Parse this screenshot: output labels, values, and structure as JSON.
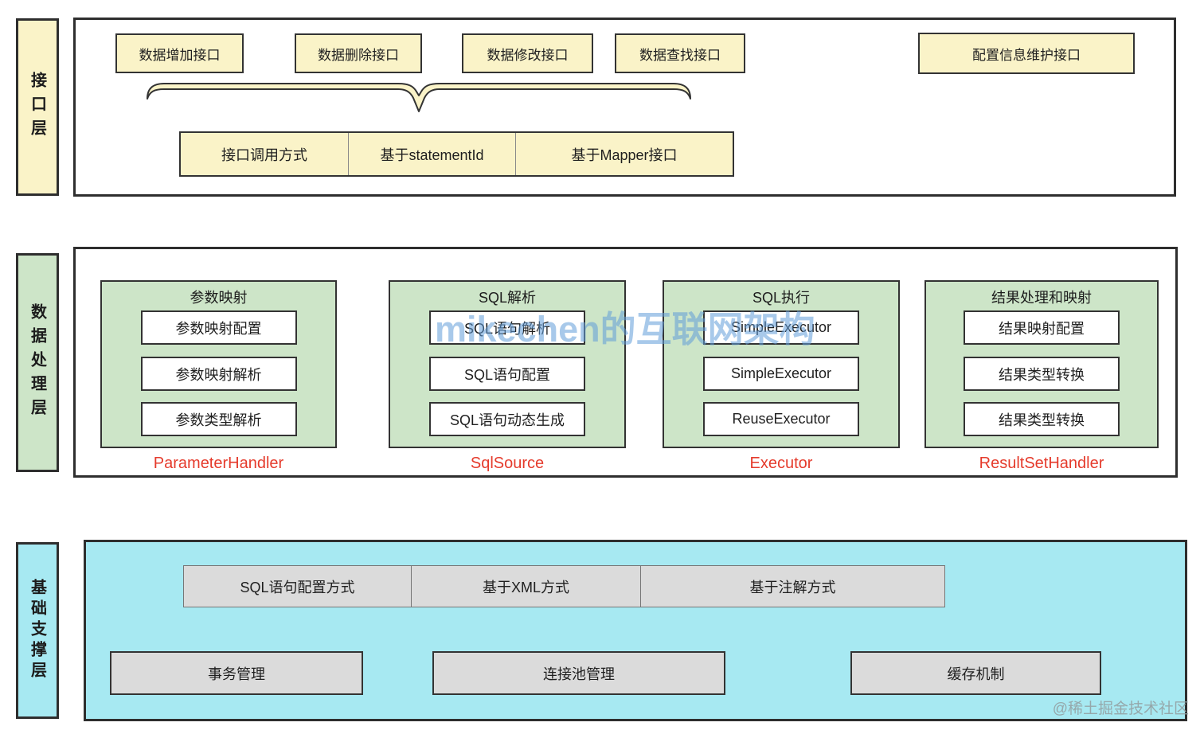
{
  "watermarks": {
    "center": "mikechen的互联网架构",
    "corner": "@稀土掘金技术社区"
  },
  "colors": {
    "yellow": "#FAF3C8",
    "green": "#CDE5C8",
    "cyan": "#A7E9F2",
    "gray": "#DBDBDB",
    "border_dark": "#333333",
    "handler_red": "#E53B2C",
    "watermark_blue": "#609DD8"
  },
  "interface_layer": {
    "label": "接口层",
    "api_boxes": [
      "数据增加接口",
      "数据删除接口",
      "数据修改接口",
      "数据查找接口"
    ],
    "config_box": "配置信息维护接口",
    "call_cells": [
      "接口调用方式",
      "基于statementId",
      "基于Mapper接口"
    ]
  },
  "processing_layer": {
    "label": "数据处理层",
    "groups": [
      {
        "title": "参数映射",
        "items": [
          "参数映射配置",
          "参数映射解析",
          "参数类型解析"
        ],
        "handler": "ParameterHandler"
      },
      {
        "title": "SQL解析",
        "items": [
          "SQL语句解析",
          "SQL语句配置",
          "SQL语句动态生成"
        ],
        "handler": "SqlSource"
      },
      {
        "title": "SQL执行",
        "items": [
          "SimpleExecutor",
          "SimpleExecutor",
          "ReuseExecutor"
        ],
        "handler": "Executor"
      },
      {
        "title": "结果处理和映射",
        "items": [
          "结果映射配置",
          "结果类型转换",
          "结果类型转换"
        ],
        "handler": "ResultSetHandler"
      }
    ]
  },
  "foundation_layer": {
    "label": "基础支撑层",
    "config_cells": [
      "SQL语句配置方式",
      "基于XML方式",
      "基于注解方式"
    ],
    "support_boxes": [
      "事务管理",
      "连接池管理",
      "缓存机制"
    ]
  }
}
